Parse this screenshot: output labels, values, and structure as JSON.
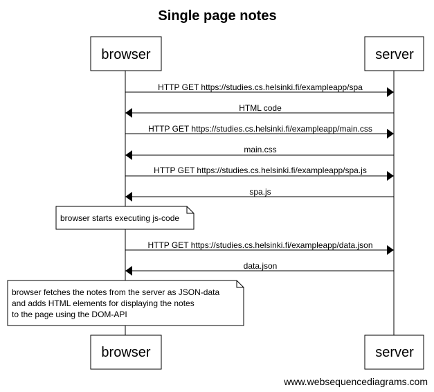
{
  "title": "Single page notes",
  "participants": {
    "browser": "browser",
    "server": "server"
  },
  "messages": [
    {
      "from": "browser",
      "to": "server",
      "label": "HTTP GET https://studies.cs.helsinki.fi/exampleapp/spa"
    },
    {
      "from": "server",
      "to": "browser",
      "label": "HTML code"
    },
    {
      "from": "browser",
      "to": "server",
      "label": "HTTP GET https://studies.cs.helsinki.fi/exampleapp/main.css"
    },
    {
      "from": "server",
      "to": "browser",
      "label": "main.css"
    },
    {
      "from": "browser",
      "to": "server",
      "label": "HTTP GET https://studies.cs.helsinki.fi/exampleapp/spa.js"
    },
    {
      "from": "server",
      "to": "browser",
      "label": "spa.js"
    },
    {
      "from": "browser",
      "to": "server",
      "label": "HTTP GET https://studies.cs.helsinki.fi/exampleapp/data.json"
    },
    {
      "from": "server",
      "to": "browser",
      "label": "data.json"
    }
  ],
  "notes": [
    {
      "over": "browser",
      "lines": [
        "browser starts executing js-code"
      ]
    },
    {
      "over": "browser",
      "lines": [
        "browser fetches the notes from the server as JSON-data",
        "and adds HTML elements for displaying the notes",
        "to the page using the DOM-API"
      ]
    }
  ],
  "watermark": "www.websequencediagrams.com"
}
